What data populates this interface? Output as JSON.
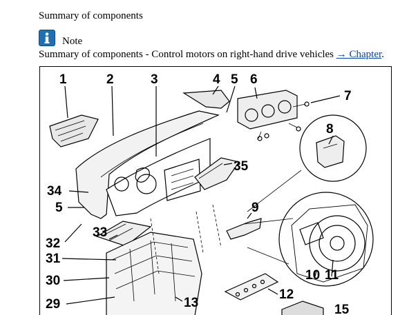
{
  "page": {
    "heading": "Summary of components",
    "note_label": "Note",
    "summary_text": "Summary of components - Control motors on right-hand drive vehicles ",
    "summary_link": "→ Chapter",
    "summary_end": "."
  },
  "icons": {
    "note": "info-icon"
  },
  "figure": {
    "callouts": [
      "1",
      "2",
      "3",
      "4",
      "5",
      "6",
      "7",
      "8",
      "35",
      "34",
      "5",
      "9",
      "33",
      "32",
      "31",
      "30",
      "10",
      "11",
      "12",
      "29",
      "13",
      "15"
    ]
  }
}
